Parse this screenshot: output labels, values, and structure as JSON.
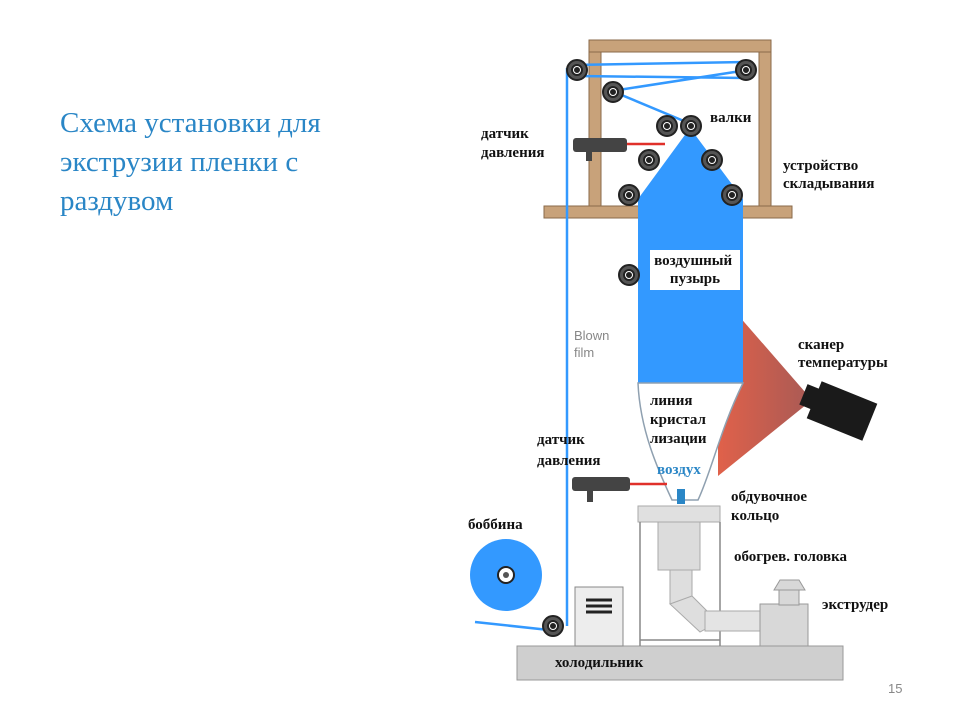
{
  "title": "Схема установки для экструзии пленки с раздувом",
  "page_number": "15",
  "colors": {
    "film_blue": "#3399ff",
    "frame_wood": "#c8a27a",
    "heat_red": "#e0614a",
    "title_blue": "#2a86c6",
    "steel": "#dcdcdc",
    "base_gray": "#cfcfcf"
  },
  "labels": {
    "rollers": "валки",
    "pressure_sensor_top": [
      "датчик",
      "давления"
    ],
    "folding_device": [
      "устройство",
      "складывания"
    ],
    "air_bubble": [
      "воздушный",
      "пузырь"
    ],
    "blown_film": [
      "Blown",
      "film"
    ],
    "temp_scanner": [
      "сканер",
      "температуры"
    ],
    "crystallization_line": [
      "линия",
      "кристал",
      "лизации"
    ],
    "pressure_sensor_bottom": [
      "датчик",
      "давления"
    ],
    "air": "воздух",
    "air_ring": [
      "обдувочное",
      "кольцо"
    ],
    "heated_head": "обогрев. головка",
    "bobbin": "боббина",
    "extruder": "экструдер",
    "cooler": "холодильник"
  }
}
